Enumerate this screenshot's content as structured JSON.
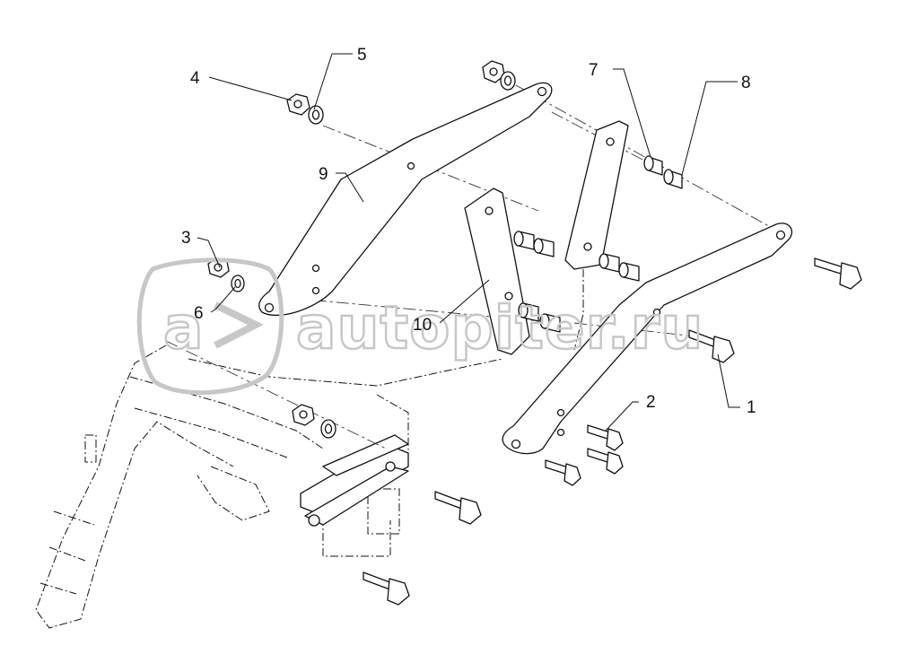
{
  "diagram": {
    "callouts": [
      {
        "id": "1",
        "label": "1"
      },
      {
        "id": "2",
        "label": "2"
      },
      {
        "id": "3",
        "label": "3"
      },
      {
        "id": "4",
        "label": "4"
      },
      {
        "id": "5",
        "label": "5"
      },
      {
        "id": "6",
        "label": "6"
      },
      {
        "id": "7",
        "label": "7"
      },
      {
        "id": "8",
        "label": "8"
      },
      {
        "id": "9",
        "label": "9"
      },
      {
        "id": "10",
        "label": "10"
      }
    ]
  },
  "watermark": {
    "text": "autopiter.ru",
    "logo_letter": "a",
    "color": "#c7c7c7"
  },
  "colors": {
    "line": "#111111",
    "background": "#ffffff"
  }
}
